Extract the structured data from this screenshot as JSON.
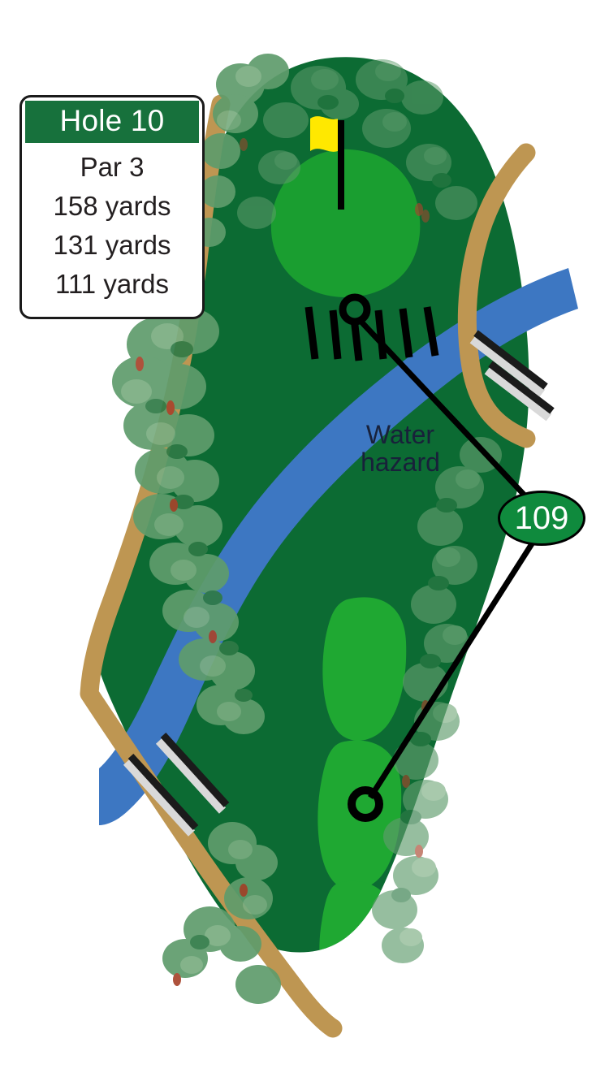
{
  "hole": {
    "card": {
      "title": "Hole 10",
      "par": "Par 3",
      "tees": [
        "158 yards",
        "131 yards",
        "111 yards"
      ]
    },
    "labels": {
      "water_hazard": "Water\nhazard"
    },
    "markers": {
      "yardage_badge": "109"
    },
    "colors": {
      "fairway": "#0c6b33",
      "putting_green": "#1a9e30",
      "tee_box": "#1fa832",
      "water": "#3d77c2",
      "cart_path": "#be9652",
      "flag": "#ffe800",
      "card_header": "#17713c",
      "badge_fill": "#0f8a3d",
      "outline": "#000000",
      "tree_light": "#7aad81",
      "tree_mid": "#5f9c6c",
      "tree_dark": "#2f7a46",
      "tree_accent": "#a8442c",
      "bridge_dark": "#1b1b1b",
      "bridge_light": "#d9d9d9"
    },
    "features": [
      "putting-green",
      "flagstick",
      "water-hazard-stream",
      "cart-path",
      "bridge-upper",
      "bridge-lower",
      "tee-boxes",
      "tree-line-left",
      "tree-line-right",
      "target-marker-green",
      "tee-marker",
      "yardage-line"
    ]
  }
}
